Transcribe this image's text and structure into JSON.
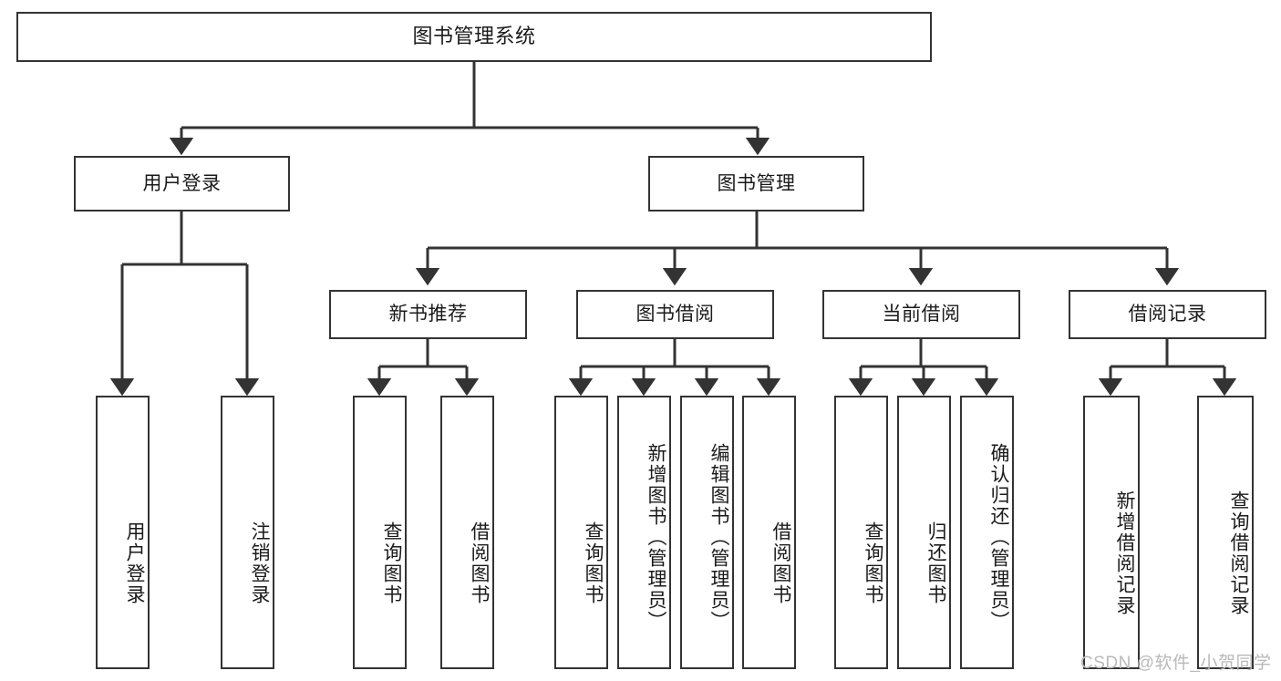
{
  "diagram": {
    "type": "tree-hierarchy",
    "title": "图书管理系统",
    "watermark": "CSDN @软件_小贺同学",
    "colors": {
      "box_border": "#333333",
      "box_fill": "#ffffff",
      "connector": "#333333",
      "text": "#1a1a1a",
      "watermark": "#b9b9b9"
    },
    "root": {
      "label": "图书管理系统"
    },
    "level2": [
      {
        "label": "用户登录"
      },
      {
        "label": "图书管理"
      }
    ],
    "level3": [
      {
        "label": "新书推荐"
      },
      {
        "label": "图书借阅"
      },
      {
        "label": "当前借阅"
      },
      {
        "label": "借阅记录"
      }
    ],
    "leaves": {
      "user_login": [
        {
          "label": "用户登录"
        },
        {
          "label": "注销登录"
        }
      ],
      "new_book_recommend": [
        {
          "label": "查询图书"
        },
        {
          "label": "借阅图书"
        }
      ],
      "book_borrow": [
        {
          "label": "查询图书"
        },
        {
          "label": "新增图书（管理员）"
        },
        {
          "label": "编辑图书（管理员）"
        },
        {
          "label": "借阅图书"
        }
      ],
      "current_borrow": [
        {
          "label": "查询图书"
        },
        {
          "label": "归还图书"
        },
        {
          "label": "确认归还（管理员）"
        }
      ],
      "borrow_record": [
        {
          "label": "新增借阅记录"
        },
        {
          "label": "查询借阅记录"
        }
      ]
    }
  }
}
